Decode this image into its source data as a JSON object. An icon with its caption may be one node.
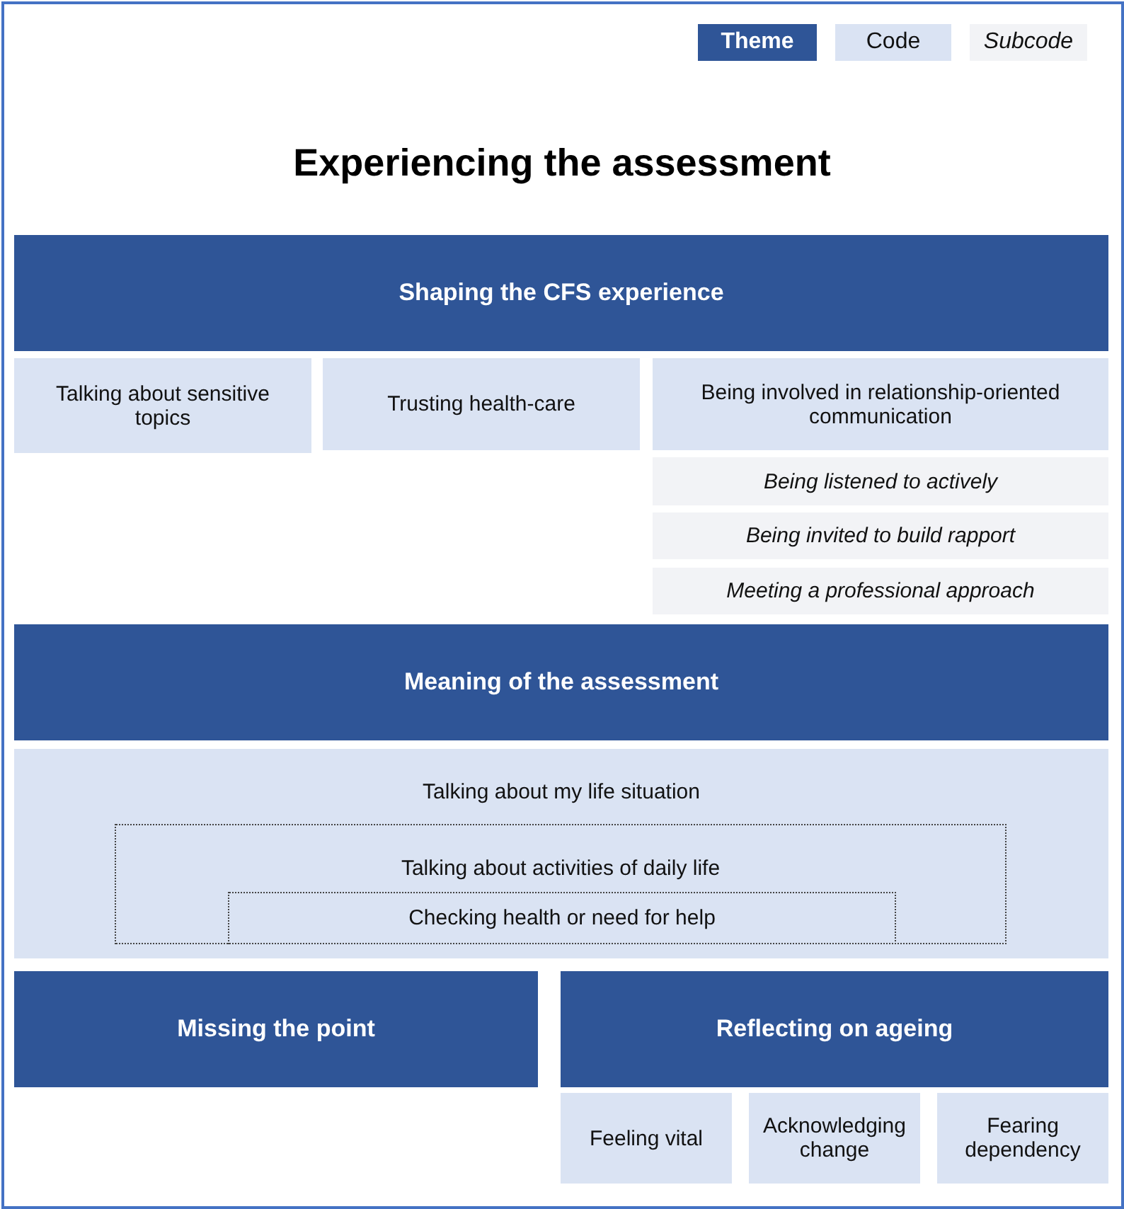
{
  "diagram": {
    "title": "Experiencing the assessment",
    "nodes": [
      {
        "text": [
          "Shaping the CFS experience"
        ]
      },
      {
        "text": [
          "Talking about sensitive topics"
        ]
      },
      {
        "text": [
          "Trusting health-care"
        ]
      },
      {
        "text": [
          "Being involved in relationship-oriented communication"
        ]
      },
      {
        "text": [
          "Being listened to actively"
        ]
      },
      {
        "text": [
          "Being invited to build rapport"
        ]
      },
      {
        "text": [
          "Meeting a professional approach"
        ]
      },
      {
        "text": [
          "Meaning of the assessment"
        ]
      },
      {
        "text": [
          "Talking about my life situation"
        ]
      },
      {
        "text": [
          "Talking about activities of daily life"
        ],
        "in": 8
      },
      {
        "text": [
          "Checking health or need for help"
        ],
        "in": 9
      },
      {
        "text": [
          "Missing the point"
        ]
      },
      {
        "text": [
          "Reflecting on ageing"
        ]
      },
      {
        "text": [
          "Feeling vital"
        ]
      },
      {
        "text": [
          "Acknowledging change"
        ]
      },
      {
        "text": [
          "Fearing dependency"
        ]
      }
    ],
    "legend": [
      {
        "text": "Theme",
        "color": "#2f5597"
      },
      {
        "text": "Code",
        "color": "#dae3f3"
      },
      {
        "text": "Subcode",
        "color": "#f2f3f6"
      }
    ]
  }
}
